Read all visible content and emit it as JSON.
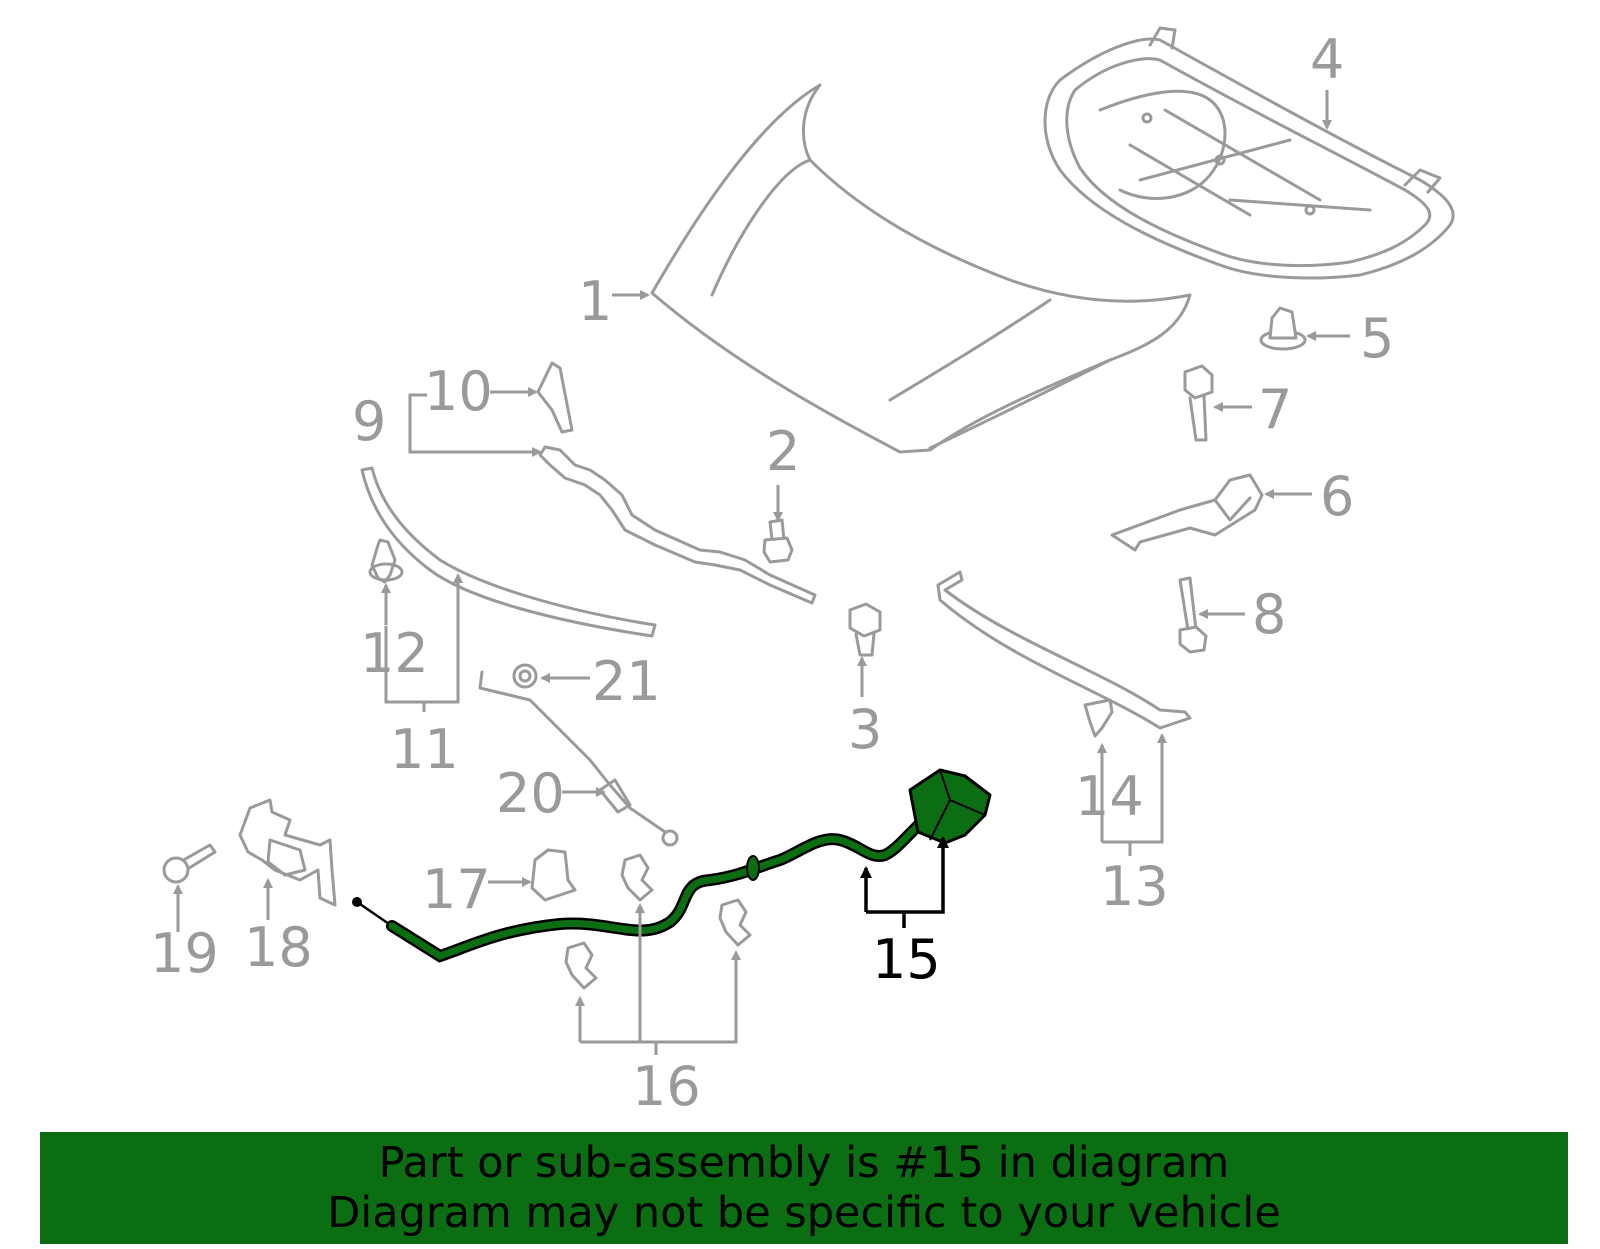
{
  "callouts": [
    {
      "id": "1",
      "label": "1"
    },
    {
      "id": "2",
      "label": "2"
    },
    {
      "id": "3",
      "label": "3"
    },
    {
      "id": "4",
      "label": "4"
    },
    {
      "id": "5",
      "label": "5"
    },
    {
      "id": "6",
      "label": "6"
    },
    {
      "id": "7",
      "label": "7"
    },
    {
      "id": "8",
      "label": "8"
    },
    {
      "id": "9",
      "label": "9"
    },
    {
      "id": "10",
      "label": "10"
    },
    {
      "id": "11",
      "label": "11"
    },
    {
      "id": "12",
      "label": "12"
    },
    {
      "id": "13",
      "label": "13"
    },
    {
      "id": "14",
      "label": "14"
    },
    {
      "id": "15",
      "label": "15"
    },
    {
      "id": "16",
      "label": "16"
    },
    {
      "id": "17",
      "label": "17"
    },
    {
      "id": "18",
      "label": "18"
    },
    {
      "id": "19",
      "label": "19"
    },
    {
      "id": "20",
      "label": "20"
    },
    {
      "id": "21",
      "label": "21"
    }
  ],
  "highlighted_part": "15",
  "colors": {
    "part_lines": "#9a9a9a",
    "highlight_fill": "#0b6e12",
    "highlight_label": "#000000",
    "banner_background": "#0b6e12"
  },
  "banner": {
    "line1": "Part or sub-assembly is #15 in diagram",
    "line2": "Diagram may not be specific to your vehicle"
  }
}
